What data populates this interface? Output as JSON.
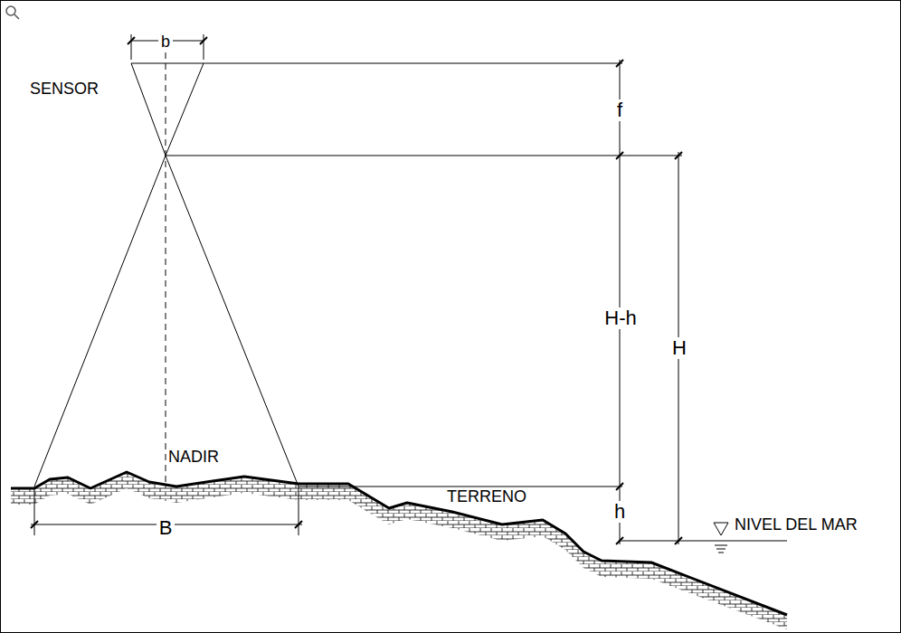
{
  "diagram": {
    "labels": [
      "b",
      "SENSOR",
      "f",
      "H-h",
      "H",
      "NADIR",
      "TERRENO",
      "h",
      "NIVEL DEL MAR",
      "B"
    ]
  }
}
